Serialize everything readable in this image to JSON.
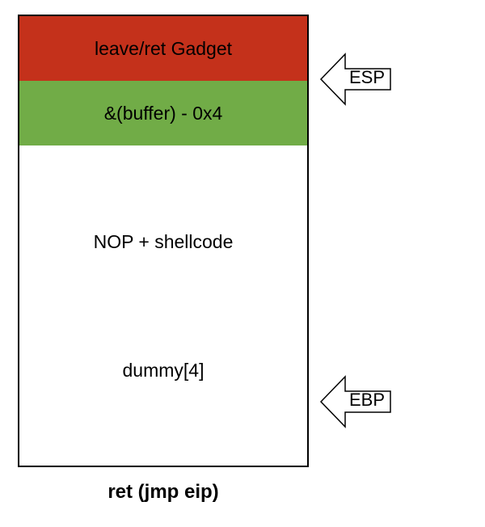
{
  "stack": {
    "cells": [
      {
        "label": "leave/ret Gadget",
        "fill": "#c4311b"
      },
      {
        "label": "&(buffer) - 0x4",
        "fill": "#71ac47"
      },
      {
        "label": "NOP + shellcode",
        "fill": "#ffffff"
      },
      {
        "label": "dummy[4]",
        "fill": "#ffffff"
      },
      {
        "label": "",
        "fill": "#ffffff"
      }
    ]
  },
  "pointers": [
    {
      "label": "ESP",
      "icon": "left-arrow-icon"
    },
    {
      "label": "EBP",
      "icon": "left-arrow-icon"
    }
  ],
  "caption": "ret (jmp eip)",
  "colors": {
    "gadget": "#c4311b",
    "buffer_address": "#71ac47",
    "outline": "#000000"
  }
}
